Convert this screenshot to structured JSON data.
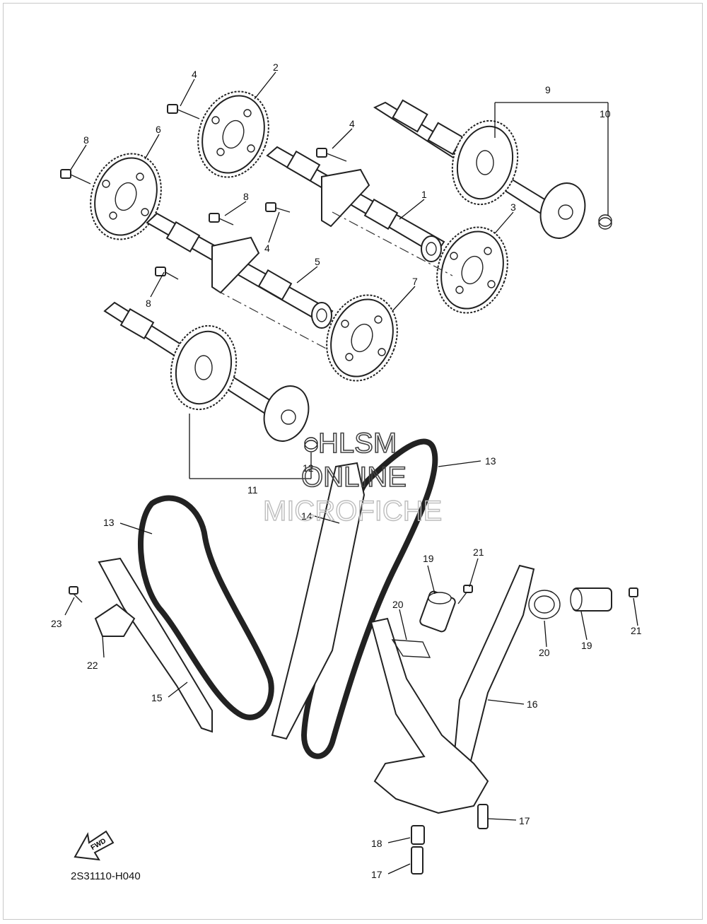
{
  "diagram": {
    "part_code": "2S31110-H040",
    "fwd_label": "FWD",
    "watermark": [
      "HLSM",
      "ONLINE",
      "MICROFICHE"
    ],
    "callouts": {
      "c1": "1",
      "c2": "2",
      "c3": "3",
      "c4a": "4",
      "c4b": "4",
      "c4c": "4",
      "c5": "5",
      "c6": "6",
      "c7": "7",
      "c8a": "8",
      "c8b": "8",
      "c8c": "8",
      "c9": "9",
      "c10": "10",
      "c11": "11",
      "c12": "12",
      "c13a": "13",
      "c13b": "13",
      "c14": "14",
      "c15": "15",
      "c16": "16",
      "c17a": "17",
      "c17b": "17",
      "c18": "18",
      "c19a": "19",
      "c19b": "19",
      "c20a": "20",
      "c20b": "20",
      "c21a": "21",
      "c21b": "21",
      "c22": "22",
      "c23": "23"
    }
  }
}
